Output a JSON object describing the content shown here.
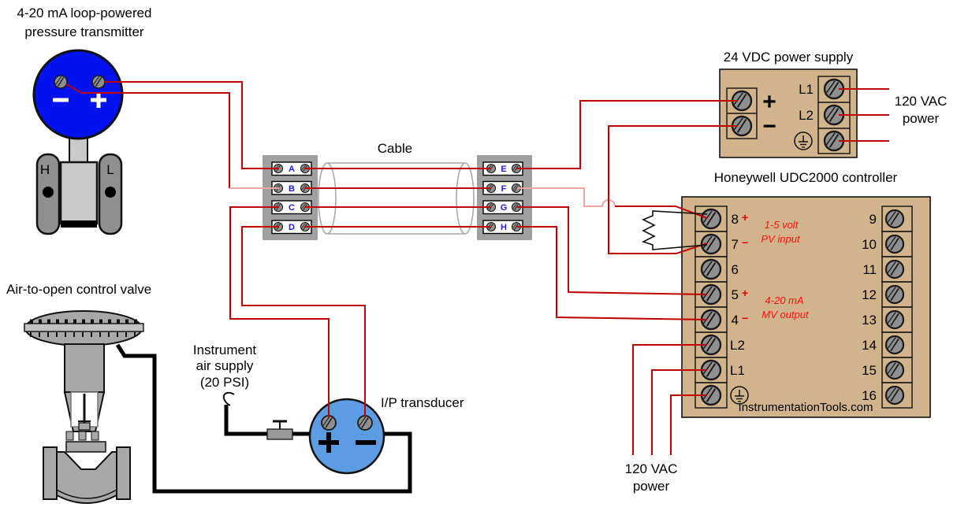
{
  "colors": {
    "wire_red": "#c00000",
    "wire_pink": "#f0a3a3",
    "device_tan": "#d2b48c",
    "transmitter_blue": "#0012ee",
    "ip_blue": "#5b9ce3",
    "terminal_letter_blue": "#1a1aff",
    "annotation_red": "#ff1111"
  },
  "transmitter": {
    "title_line1": "4-20 mA loop-powered",
    "title_line2": "pressure transmitter",
    "minus_label": "−",
    "plus_label": "+",
    "high_port": "H",
    "low_port": "L"
  },
  "cable_label": "Cable",
  "junction_left": {
    "terminals": [
      "A",
      "B",
      "C",
      "D"
    ]
  },
  "junction_right": {
    "terminals": [
      "E",
      "F",
      "G",
      "H"
    ]
  },
  "power_supply": {
    "title": "24 VDC power supply",
    "plus_label": "+",
    "minus_label": "−",
    "line1_label": "L1",
    "line2_label": "L2",
    "ac_label_line1": "120 VAC",
    "ac_label_line2": "power"
  },
  "controller": {
    "title": "Honeywell UDC2000 controller",
    "left_terminals": [
      {
        "label": "8",
        "sign": "+"
      },
      {
        "label": "7",
        "sign": "−"
      },
      {
        "label": "6",
        "sign": ""
      },
      {
        "label": "5",
        "sign": "+"
      },
      {
        "label": "4",
        "sign": "−"
      },
      {
        "label": "L2",
        "sign": ""
      },
      {
        "label": "L1",
        "sign": ""
      }
    ],
    "right_terminals": [
      "9",
      "10",
      "11",
      "12",
      "13",
      "14",
      "15",
      "16"
    ],
    "pv_note_line1": "1-5 volt",
    "pv_note_line2": "PV input",
    "mv_note_line1": "4-20 mA",
    "mv_note_line2": "MV output",
    "watermark": "InstrumentationTools.com"
  },
  "valve_label": "Air-to-open control valve",
  "air_supply": {
    "line1": "Instrument",
    "line2": "air supply",
    "line3": "(20 PSI)"
  },
  "ip_transducer": {
    "label": "I/P transducer",
    "plus_label": "+",
    "minus_label": "−"
  },
  "bottom_power": {
    "line1": "120 VAC",
    "line2": "power"
  }
}
